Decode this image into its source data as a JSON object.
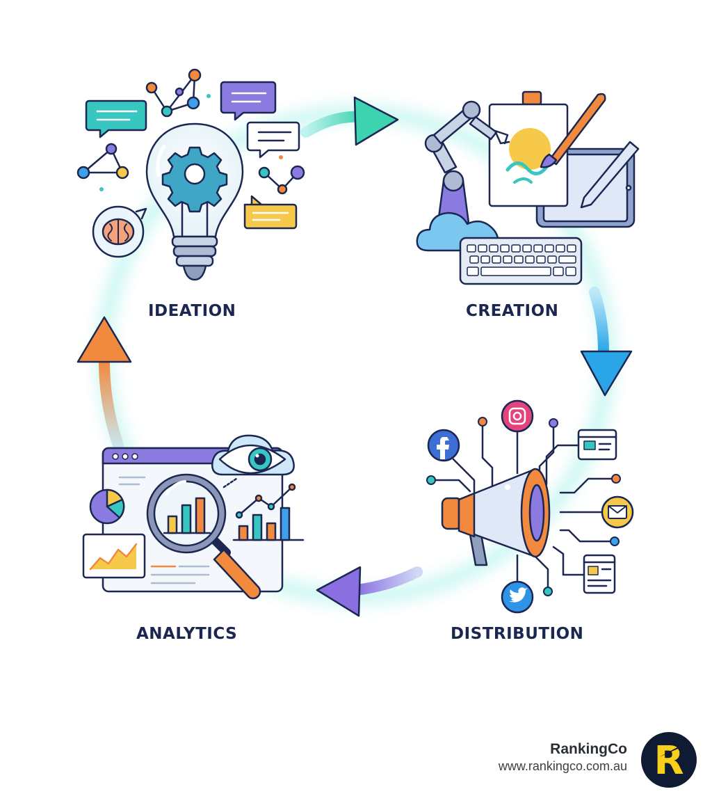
{
  "stages": {
    "ideation": "IDEATION",
    "creation": "CREATION",
    "distribution": "DISTRIBUTION",
    "analytics": "ANALYTICS"
  },
  "brand": {
    "name": "RankingCo",
    "url": "www.rankingco.com.au",
    "logo_letter": "R"
  },
  "colors": {
    "navy": "#1b2750",
    "teal": "#38c6c0",
    "blue": "#3f9fea",
    "purple": "#8b7be0",
    "orange": "#f1893f",
    "yellow": "#f7c94a",
    "glow": "#aef2ea",
    "logo_yellow": "#f8d01b"
  },
  "icons": [
    "lightbulb-icon",
    "gear-icon",
    "brain-icon",
    "robot-arm-icon",
    "easel-icon",
    "paintbrush-icon",
    "tablet-icon",
    "cloud-icon",
    "keyboard-icon",
    "megaphone-icon",
    "facebook-icon",
    "instagram-icon",
    "twitter-icon",
    "mail-icon",
    "browser-window-icon",
    "magnifier-icon",
    "eye-icon",
    "bar-chart-icon",
    "pie-chart-icon",
    "line-chart-icon"
  ]
}
